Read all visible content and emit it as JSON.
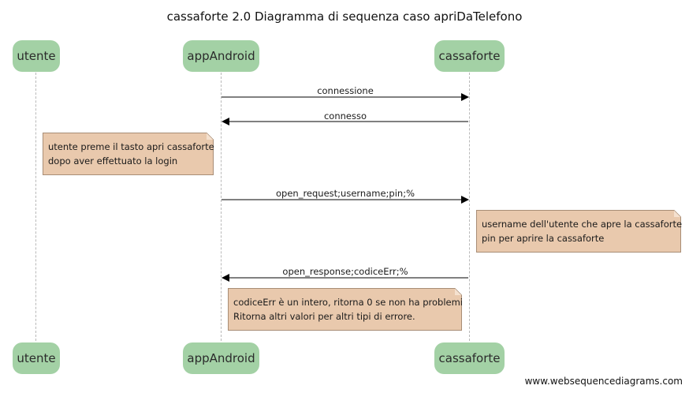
{
  "diagram": {
    "title": "cassaforte 2.0 Diagramma di sequenza caso apriDaTelefono",
    "watermark": "www.websequencediagrams.com",
    "participants": [
      {
        "id": "utente",
        "label": "utente"
      },
      {
        "id": "appAndroid",
        "label": "appAndroid"
      },
      {
        "id": "cassaforte",
        "label": "cassaforte"
      }
    ],
    "messages": [
      {
        "from": "appAndroid",
        "to": "cassaforte",
        "label": "connessione"
      },
      {
        "from": "cassaforte",
        "to": "appAndroid",
        "label": "connesso"
      },
      {
        "from": "appAndroid",
        "to": "cassaforte",
        "label": "open_request;username;pin;%"
      },
      {
        "from": "cassaforte",
        "to": "appAndroid",
        "label": "open_response;codiceErr;%"
      }
    ],
    "notes": [
      {
        "anchor": "utente",
        "lines": [
          "utente preme il tasto apri cassaforte",
          "dopo aver effettuato la login"
        ]
      },
      {
        "anchor": "cassaforte",
        "lines": [
          "username dell'utente che apre la cassaforte",
          "pin per aprire la cassaforte"
        ]
      },
      {
        "anchor": "appAndroid",
        "lines": [
          "codiceErr è un intero, ritorna 0 se non ha problemi",
          "Ritorna altri valori per altri tipi di errore."
        ]
      }
    ],
    "colors": {
      "participant_fill": "#a3d1a5",
      "note_fill": "#e9c9ad",
      "note_border": "#a88d76",
      "lifeline": "#b9b9b9",
      "arrow": "#000000"
    }
  }
}
